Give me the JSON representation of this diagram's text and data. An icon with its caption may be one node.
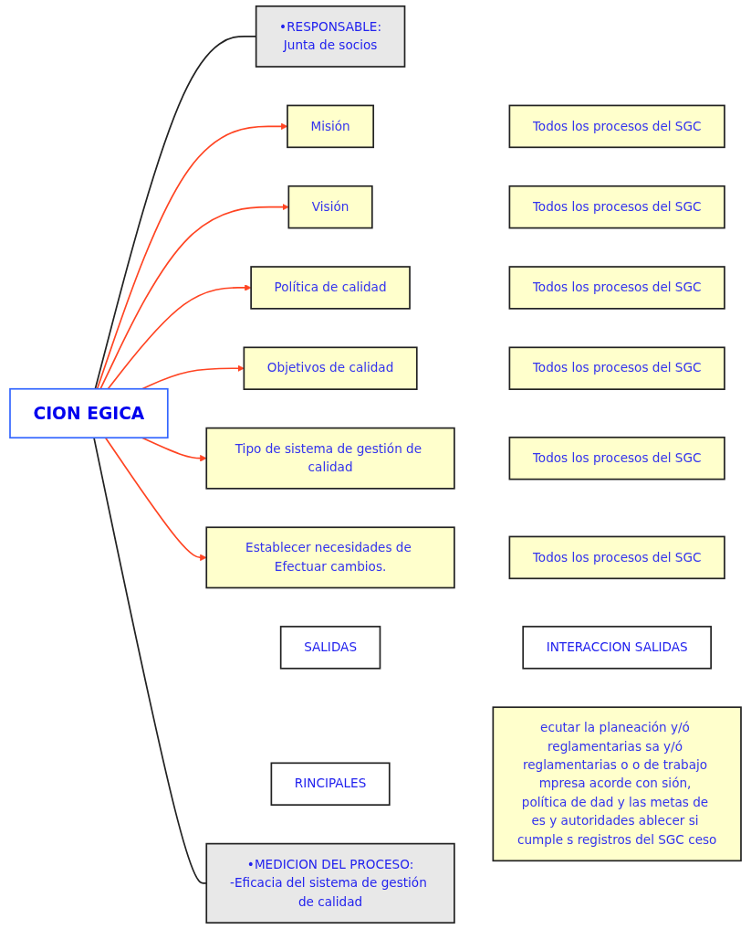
{
  "diagram": {
    "nodes": [
      {
        "text": [
          "CION EGICA"
        ]
      },
      {
        "text": [
          "•RESPONSABLE:",
          "Junta de socios"
        ]
      },
      {
        "text": [
          "SALIDAS"
        ]
      },
      {
        "text": [
          "INTERACCION SALIDAS"
        ]
      },
      {
        "text": [
          "Misión"
        ]
      },
      {
        "text": [
          "Todos los procesos del SGC"
        ]
      },
      {
        "text": [
          "Visión"
        ]
      },
      {
        "text": [
          "Todos los procesos del SGC"
        ]
      },
      {
        "text": [
          "Política de calidad"
        ]
      },
      {
        "text": [
          "Todos los procesos del SGC"
        ]
      },
      {
        "text": [
          "Objetivos de calidad"
        ]
      },
      {
        "text": [
          "Todos los procesos del SGC"
        ]
      },
      {
        "text": [
          "Tipo de sistema de gestión de calidad"
        ]
      },
      {
        "text": [
          "Todos los procesos del SGC"
        ]
      },
      {
        "text": [
          "Establecer necesidades de Efectuar cambios."
        ]
      },
      {
        "text": [
          "Todos los procesos del SGC"
        ]
      },
      {
        "text": [
          "RINCIPALES"
        ]
      },
      {
        "text": [
          "ecutar la planeación y/ó reglamentarias sa y/ó reglamentarias o o de trabajo mpresa acorde con sión, política de dad y las metas de es y autoridades ablecer si cumple s registros del SGC ceso"
        ]
      },
      {
        "text": [
          "•MEDICION DEL PROCESO:",
          "-Eficacia del sistema de gestión de calidad"
        ]
      }
    ],
    "edges": [
      {
        "from": 0,
        "to": 1,
        "arrow": "none",
        "color": "#222222"
      },
      {
        "from": 0,
        "to": 4,
        "arrow": "to",
        "color": "#ff4422"
      },
      {
        "from": 0,
        "to": 6,
        "arrow": "to",
        "color": "#ff4422"
      },
      {
        "from": 0,
        "to": 8,
        "arrow": "to",
        "color": "#ff4422"
      },
      {
        "from": 0,
        "to": 10,
        "arrow": "to",
        "color": "#ff4422"
      },
      {
        "from": 0,
        "to": 12,
        "arrow": "to",
        "color": "#ff4422"
      },
      {
        "from": 0,
        "to": 14,
        "arrow": "to",
        "color": "#ff4422"
      },
      {
        "from": 0,
        "to": 18,
        "arrow": "none",
        "color": "#222222"
      }
    ]
  }
}
